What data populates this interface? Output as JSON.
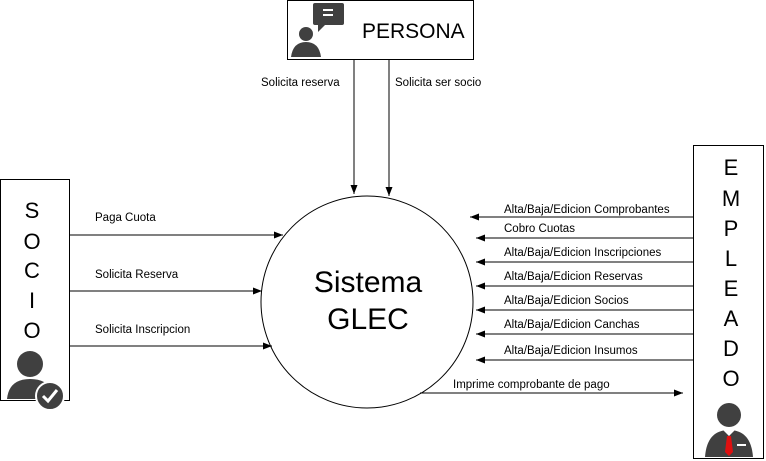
{
  "center": {
    "line1": "Sistema",
    "line2": "GLEC"
  },
  "persona": {
    "title": "PERSONA",
    "icon": "person-speech-icon"
  },
  "socio": {
    "letters": [
      "S",
      "O",
      "C",
      "I",
      "O"
    ],
    "icon": "user-check-icon"
  },
  "empleado": {
    "letters": [
      "E",
      "M",
      "P",
      "L",
      "E",
      "A",
      "D",
      "O"
    ],
    "icon": "employee-icon"
  },
  "flows": {
    "persona": [
      "Solicita reserva",
      "Solicita ser socio"
    ],
    "socio": [
      "Paga Cuota",
      "Solicita Reserva",
      "Solicita Inscripcion"
    ],
    "empleado_in": [
      "Alta/Baja/Edicion Comprobantes",
      "Cobro Cuotas",
      "Alta/Baja/Edicion Inscripciones",
      "Alta/Baja/Edicion Reservas",
      "Alta/Baja/Edicion Socios",
      "Alta/Baja/Edicion Canchas",
      "Alta/Baja/Edicion Insumos"
    ],
    "empleado_out": "Imprime comprobante de pago"
  },
  "colors": {
    "icon": "#404040",
    "check_bg": "#404040",
    "tie": "#e01010",
    "line": "#000000"
  }
}
